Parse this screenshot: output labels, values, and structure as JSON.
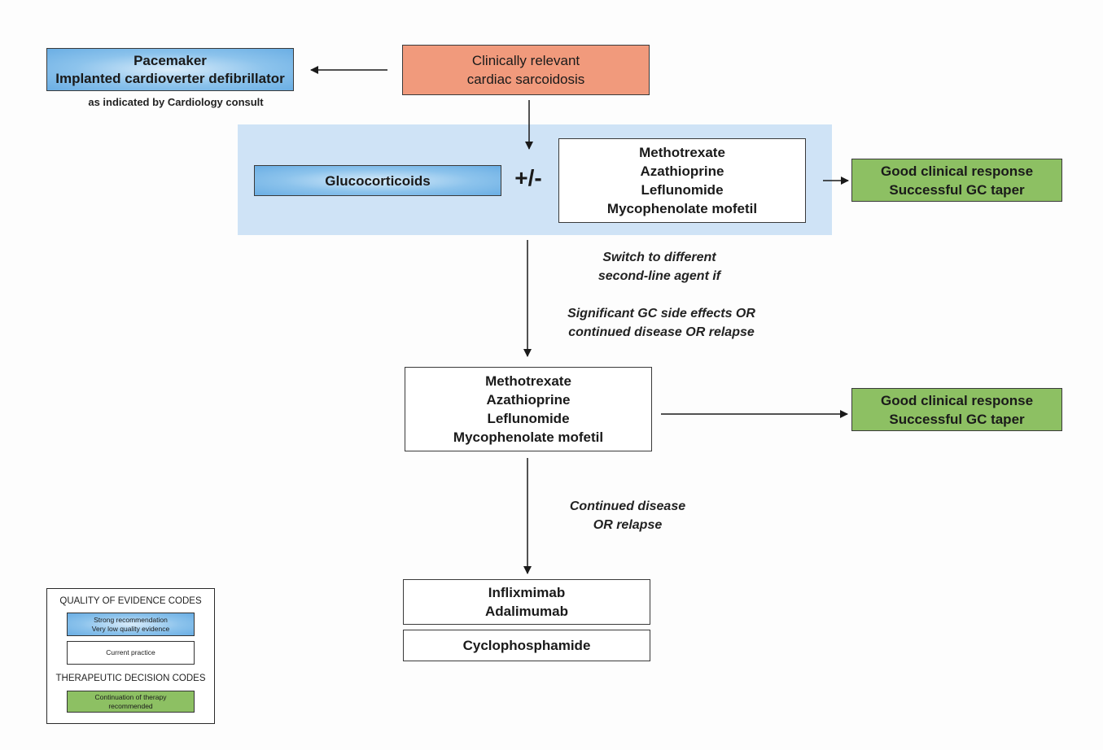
{
  "pacemaker_box": {
    "lines": [
      "Pacemaker",
      "Implanted cardioverter defibrillator"
    ]
  },
  "pacemaker_note": "as indicated by Cardiology consult",
  "start_box": {
    "lines": [
      "Clinically relevant",
      "cardiac sarcoidosis"
    ]
  },
  "glucocorticoids_box": {
    "label": "Glucocorticoids"
  },
  "plus_minus": "+/-",
  "second_line_box_1": {
    "lines": [
      "Methotrexate",
      "Azathioprine",
      "Leflunomide",
      "Mycophenolate mofetil"
    ]
  },
  "response_box_1": {
    "lines": [
      "Good clinical response",
      "Successful GC taper"
    ]
  },
  "switch_note": {
    "lines": [
      "Switch to different",
      "second-line agent if"
    ]
  },
  "condition_note": {
    "lines": [
      "Significant GC side effects OR",
      "continued disease OR relapse"
    ]
  },
  "second_line_box_2": {
    "lines": [
      "Methotrexate",
      "Azathioprine",
      "Leflunomide",
      "Mycophenolate mofetil"
    ]
  },
  "response_box_2": {
    "lines": [
      "Good clinical response",
      "Successful GC taper"
    ]
  },
  "relapse_note": {
    "lines": [
      "Continued disease",
      "OR relapse"
    ]
  },
  "biologics_box": {
    "lines": [
      "Inflixmimab",
      "Adalimumab"
    ]
  },
  "cyclophosphamide_box": {
    "label": "Cyclophosphamide"
  },
  "legend": {
    "quality_heading": "QUALITY OF EVIDENCE CODES",
    "strong_lines": [
      "Strong recommendation",
      "Very low quality evidence"
    ],
    "current_practice": "Current practice",
    "decision_heading": "THERAPEUTIC DECISION CODES",
    "continuation_lines": [
      "Continuation of therapy",
      "recommended"
    ]
  },
  "colors": {
    "blue_box": "#6aaee4",
    "orange_box": "#f19a7c",
    "green_box": "#8dc063",
    "panel_background": "#cfe3f6"
  }
}
